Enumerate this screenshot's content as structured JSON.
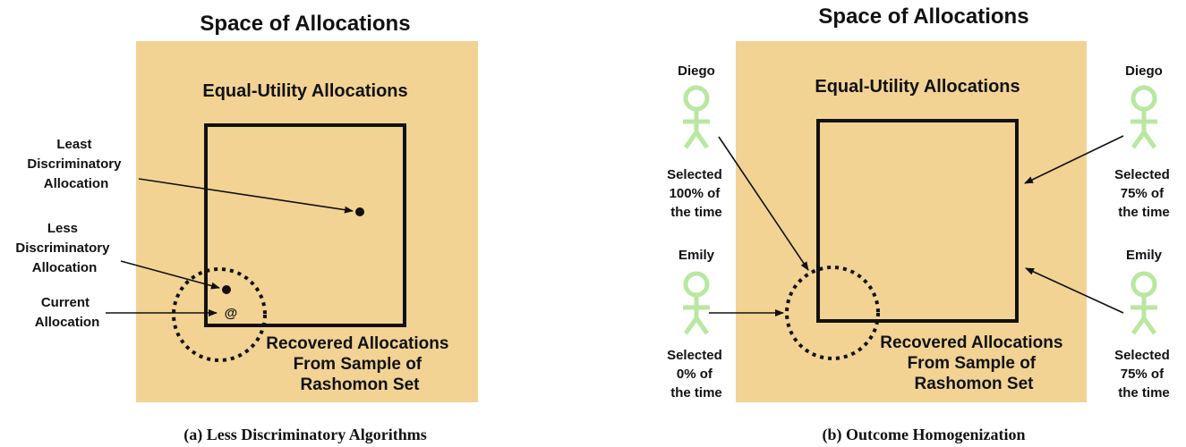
{
  "colors": {
    "space_fill": "#f2d394",
    "person": "#b8e8a0",
    "ink": "#111111"
  },
  "panel_a": {
    "title": "Space of Allocations",
    "inner_title": "Equal-Utility Allocations",
    "least_label": [
      "Least",
      "Discriminatory",
      "Allocation"
    ],
    "less_label": [
      "Less",
      "Discriminatory",
      "Allocation"
    ],
    "current_label": [
      "Current",
      "Allocation"
    ],
    "current_marker": "@",
    "recovered_label": [
      "Recovered Allocations",
      "From Sample of",
      "Rashomon Set"
    ],
    "caption": "(a) Less Discriminatory Algorithms"
  },
  "panel_b": {
    "title": "Space of Allocations",
    "inner_title": "Equal-Utility Allocations",
    "recovered_label": [
      "Recovered Allocations",
      "From Sample of",
      "Rashomon Set"
    ],
    "caption": "(b) Outcome Homogenization",
    "people": [
      {
        "name": "Diego",
        "selected": [
          "Selected",
          "100% of",
          "the time"
        ]
      },
      {
        "name": "Emily",
        "selected": [
          "Selected",
          "0% of",
          "the time"
        ]
      },
      {
        "name": "Diego",
        "selected": [
          "Selected",
          "75% of",
          "the time"
        ]
      },
      {
        "name": "Emily",
        "selected": [
          "Selected",
          "75% of",
          "the time"
        ]
      }
    ]
  }
}
